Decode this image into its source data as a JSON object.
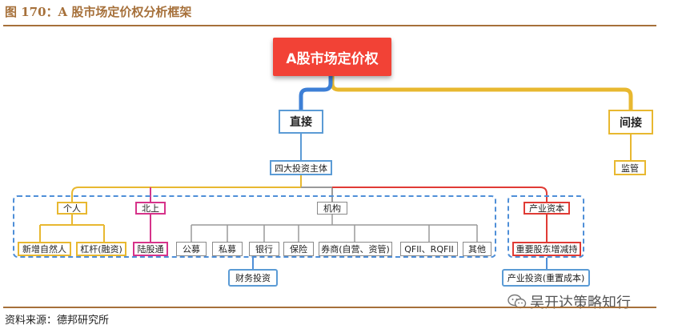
{
  "figure_title": "图 170：A 股市场定价权分析框架",
  "source_note": "资料来源：德邦研究所",
  "watermark": "吴开达策略知行",
  "watermark_icon": "wechat-icon",
  "colors": {
    "brand_brown": "#a6703a",
    "root_red": "#f24236",
    "blue": "#5b9bd5",
    "yellow": "#e8b830",
    "pink": "#d6338a",
    "red": "#e03b35",
    "gray": "#8a8a8a"
  },
  "diagram": {
    "root": "A股市场定价权",
    "direct": "直接",
    "indirect": "间接",
    "supervision": "监管",
    "four_subjects": "四大投资主体",
    "individual": "个人",
    "northbound": "北上",
    "institution": "机构",
    "industrial_capital": "产业资本",
    "leaves": {
      "new_natural_persons": "新增自然人",
      "leverage": "杠杆(融资)",
      "stock_connect": "陆股通",
      "public_funds": "公募",
      "private_funds": "私募",
      "banks": "银行",
      "insurance": "保险",
      "brokers": "券商(自营、资管)",
      "qfii": "QFII、RQFII",
      "others": "其他",
      "shareholder_changes": "重要股东增减持"
    },
    "wealth_management": "财务投资",
    "industrial_investment": "产业投资(重置成本)"
  }
}
